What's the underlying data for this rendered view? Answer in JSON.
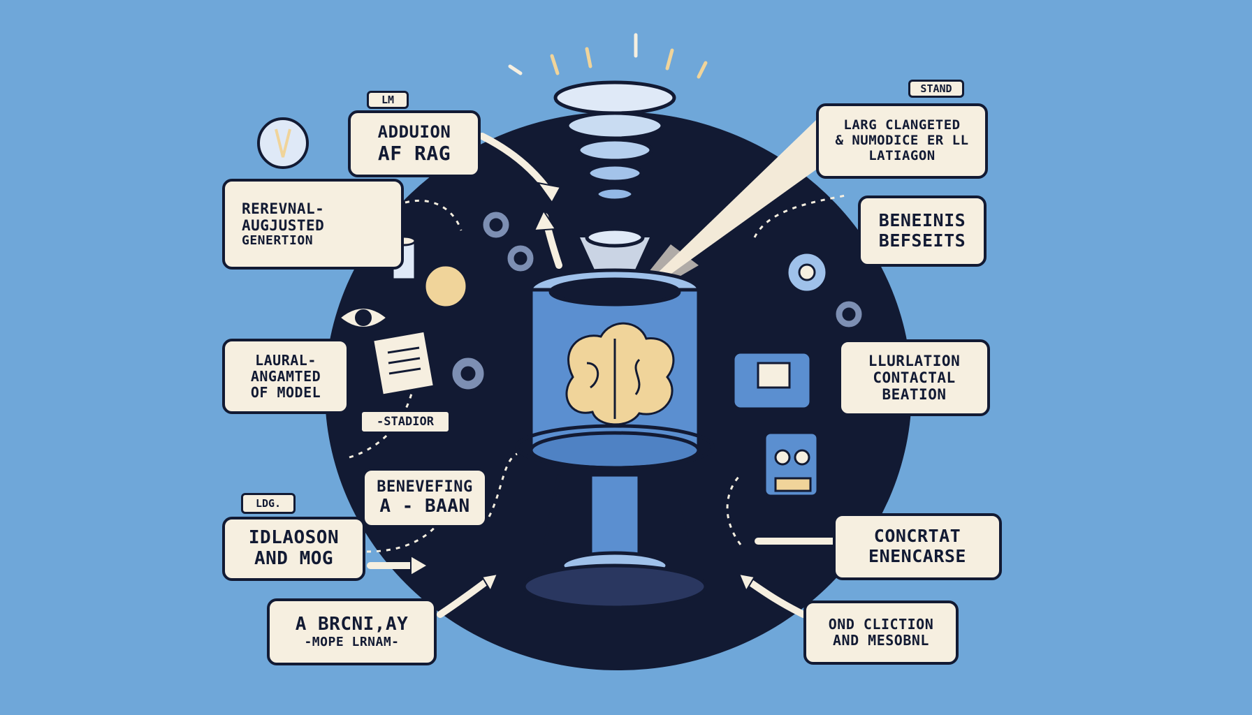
{
  "tags": {
    "lm": "LM",
    "stand": "STAND",
    "ldg": "LDG.",
    "stadior": "-STADIOR"
  },
  "boxes": {
    "adduion": [
      "ADDUION",
      "AF RAG"
    ],
    "rerevnal": [
      "REREVNAL-",
      "AUGJUSTED",
      "GENERTION"
    ],
    "laural": [
      "LAURAL-",
      "ANGAMTED",
      "OF MODEL"
    ],
    "benevefing": [
      "BENEVEFING",
      "A - BAAN"
    ],
    "idlaoson": [
      "IDLAOSON",
      "AND MOG"
    ],
    "brcniay": [
      "A BRCNI,AY",
      "-MOPE LRNAM-"
    ],
    "larg": [
      "LARG CLANGETED",
      "& NUMODICE ER LL",
      "LATIAGON"
    ],
    "beneinis": [
      "BENEINIS",
      "BEFSEITS"
    ],
    "llurlation": [
      "LLURLATION",
      "CONTACTAL",
      "BEATION"
    ],
    "concrtat": [
      "CONCRTAT",
      "ENENCARSE"
    ],
    "ond": [
      "OND CLICTION",
      "AND MESOBNL"
    ]
  },
  "colors": {
    "background": "#6fa7d9",
    "ink": "#121a33",
    "paper": "#f6efe0",
    "machine_blue": "#5b8fd0",
    "brain": "#f0d49a"
  },
  "icons": [
    "lightbulb-icon",
    "funnel-icon",
    "brain-icon",
    "gear-icon",
    "eye-icon",
    "document-icon",
    "database-icon",
    "robot-icon",
    "camera-icon",
    "sparkle-icon"
  ]
}
